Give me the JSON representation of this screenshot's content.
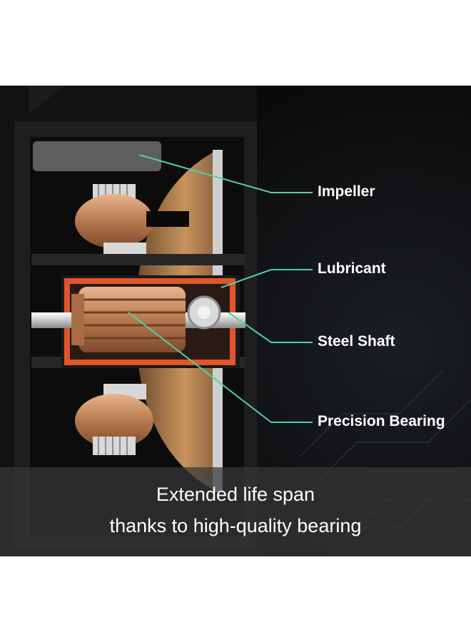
{
  "callouts": {
    "impeller": "Impeller",
    "lubricant": "Lubricant",
    "steel_shaft": "Steel Shaft",
    "precision_bearing": "Precision Bearing"
  },
  "caption": {
    "line1": "Extended life span",
    "line2": "thanks to high-quality bearing"
  },
  "colors": {
    "background": "#050505",
    "leader_line": "#4fd1a8",
    "copper": "#c8926a",
    "lubricant": "#e2542a",
    "housing": "#1a1a1a"
  }
}
